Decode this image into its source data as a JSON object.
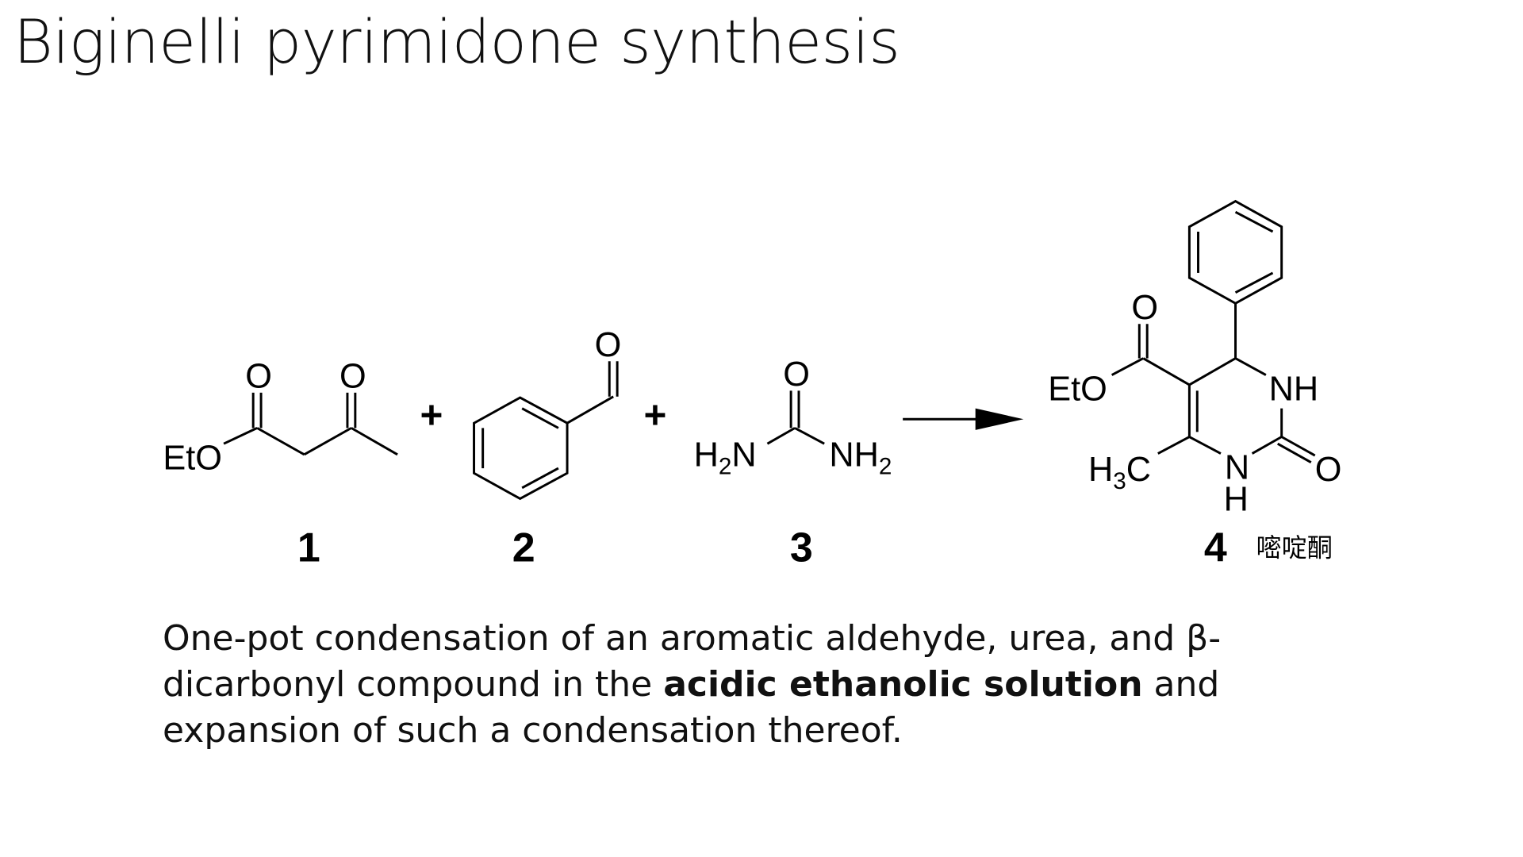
{
  "title": "Biginelli pyrimidone synthesis",
  "scheme": {
    "compound1": {
      "ester_group": "EtO",
      "oxygen1": "O",
      "oxygen2": "O",
      "label": "1"
    },
    "plus1": "+",
    "compound2": {
      "oxygen": "O",
      "label": "2"
    },
    "plus2": "+",
    "compound3": {
      "oxygen": "O",
      "left_amine": "H",
      "left_sub": "2",
      "left_n": "N",
      "right_n": "NH",
      "right_sub": "2",
      "label": "3"
    },
    "compound4": {
      "ester_group": "EtO",
      "oxygen": "O",
      "nh": "NH",
      "carbonyl_o": "O",
      "n": "N",
      "h": "H",
      "methyl_h": "H",
      "methyl_sub": "3",
      "methyl_c": "C",
      "label": "4",
      "chinese_name": "嘧啶酮"
    }
  },
  "description": {
    "part1": "One-pot condensation of an aromatic aldehyde, urea, and β-dicarbonyl compound in the ",
    "bold": "acidic ethanolic solution",
    "part2": " and expansion of such a condensation thereof."
  }
}
